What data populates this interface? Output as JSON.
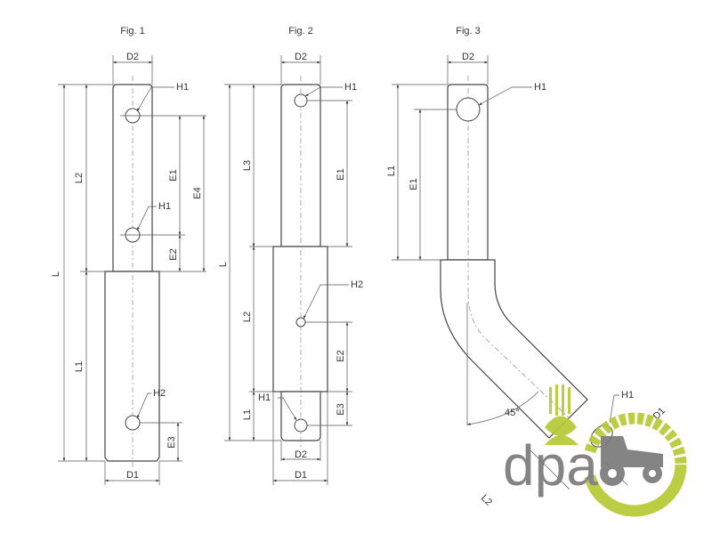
{
  "figures": [
    {
      "title": "Fig. 1",
      "labels": {
        "d2": "D2",
        "d1": "D1",
        "l": "L",
        "l2": "L2",
        "l1": "L1",
        "e1": "E1",
        "e4": "E4",
        "e2": "E2",
        "e3": "E3",
        "h1a": "H1",
        "h1b": "H1",
        "h2": "H2"
      }
    },
    {
      "title": "Fig. 2",
      "labels": {
        "d2": "D2",
        "d2b": "D2",
        "d1": "D1",
        "l": "L",
        "l3": "L3",
        "l2": "L2",
        "l1": "L1",
        "e1": "E1",
        "e2": "E2",
        "e3": "E3",
        "h1a": "H1",
        "h2": "H2",
        "h1b": "H1"
      }
    },
    {
      "title": "Fig. 3",
      "labels": {
        "d2": "D2",
        "l1": "L1",
        "e1": "E1",
        "h1a": "H1",
        "h1b": "H1",
        "angle": "45°",
        "l2": "L2",
        "d1": "D1"
      }
    }
  ],
  "logo": {
    "text": "dpa",
    "green": "#b5c934",
    "gray": "#7a7a7a"
  }
}
